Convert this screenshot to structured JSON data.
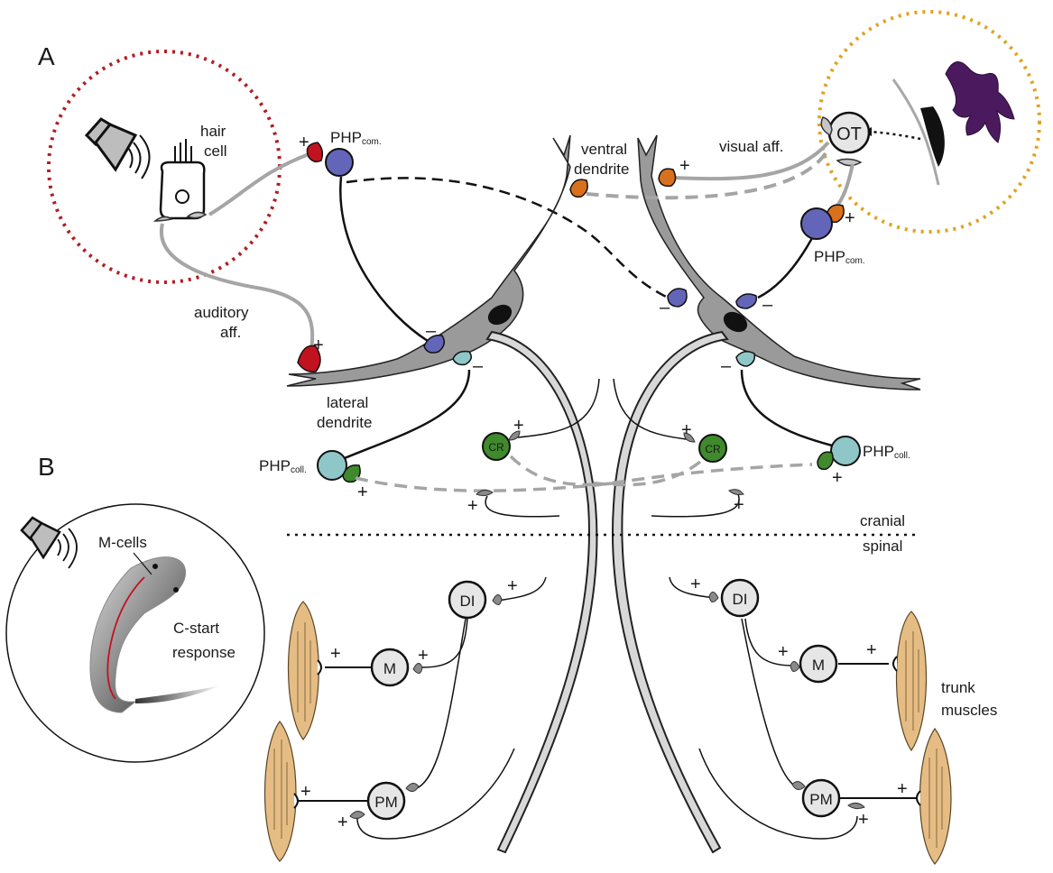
{
  "panels": {
    "a": "A",
    "b": "B"
  },
  "labels": {
    "hair_cell_line1": "hair",
    "hair_cell_line2": "cell",
    "auditory_aff_line1": "auditory",
    "auditory_aff_line2": "aff.",
    "php_com_base": "PHP",
    "php_com_sub": "com.",
    "php_coll_base": "PHP",
    "php_coll_sub": "coll.",
    "ventral_dendrite_line1": "ventral",
    "ventral_dendrite_line2": "dendrite",
    "lateral_dendrite_line1": "lateral",
    "lateral_dendrite_line2": "dendrite",
    "visual_aff": "visual aff.",
    "ot": "OT",
    "cr": "CR",
    "di": "DI",
    "m": "M",
    "pm": "PM",
    "cranial": "cranial",
    "spinal": "spinal",
    "m_cells": "M-cells",
    "c_start_line1": "C-start",
    "c_start_line2": "response",
    "trunk_muscles_line1": "trunk",
    "trunk_muscles_line2": "muscles"
  },
  "signs": {
    "plus": "+",
    "minus": "–"
  },
  "icons": [
    "speaker-icon",
    "bird-icon",
    "fish-icon",
    "muscle-icon",
    "hair-cell-icon",
    "eye-icon"
  ],
  "colors": {
    "auditory_red": "#c1121f",
    "visual_orange": "#d9711c",
    "php_com_blue": "#6366b8",
    "php_coll_teal": "#8fc6c7",
    "cr_green": "#3f8a2c",
    "neuron_gray": "#9a9a9a",
    "cell_fill": "#e6e6e6",
    "muscle_tan": "#e5bd84",
    "hearing_circle": "#b01e23",
    "vision_circle": "#e0a21f",
    "bird_purple": "#4b1a5e"
  }
}
